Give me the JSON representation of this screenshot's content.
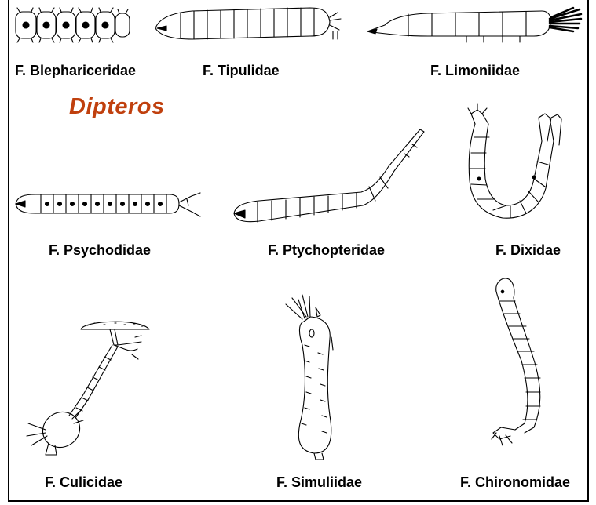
{
  "title": "Dipteros",
  "title_color": "#c0400e",
  "families": [
    {
      "label": "F. Blephariceridae"
    },
    {
      "label": "F. Tipulidae"
    },
    {
      "label": "F. Limoniidae"
    },
    {
      "label": "F. Psychodidae"
    },
    {
      "label": "F. Ptychopteridae"
    },
    {
      "label": "F. Dixidae"
    },
    {
      "label": "F. Culicidae"
    },
    {
      "label": "F. Simuliidae"
    },
    {
      "label": "F. Chironomidae"
    }
  ]
}
